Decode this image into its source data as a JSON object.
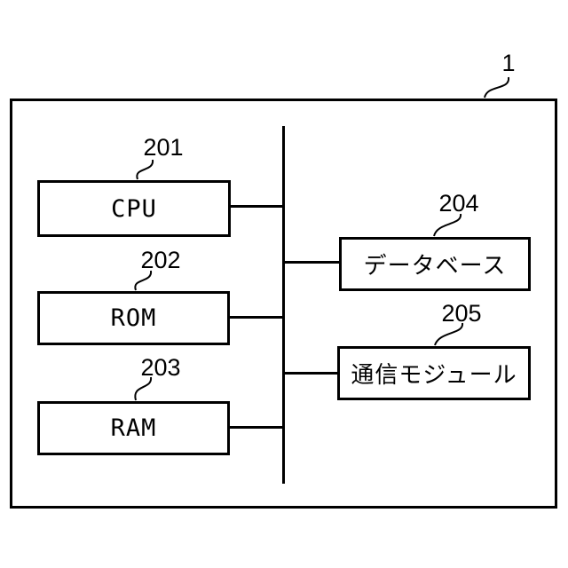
{
  "figure": {
    "type": "block-diagram",
    "reference_number": "1",
    "blocks": [
      {
        "ref": "201",
        "label": "CPU"
      },
      {
        "ref": "202",
        "label": "ROM"
      },
      {
        "ref": "203",
        "label": "RAM"
      },
      {
        "ref": "204",
        "label": "データベース"
      },
      {
        "ref": "205",
        "label": "通信モジュール"
      }
    ],
    "colors": {
      "line": "#000000",
      "background": "#ffffff"
    }
  }
}
